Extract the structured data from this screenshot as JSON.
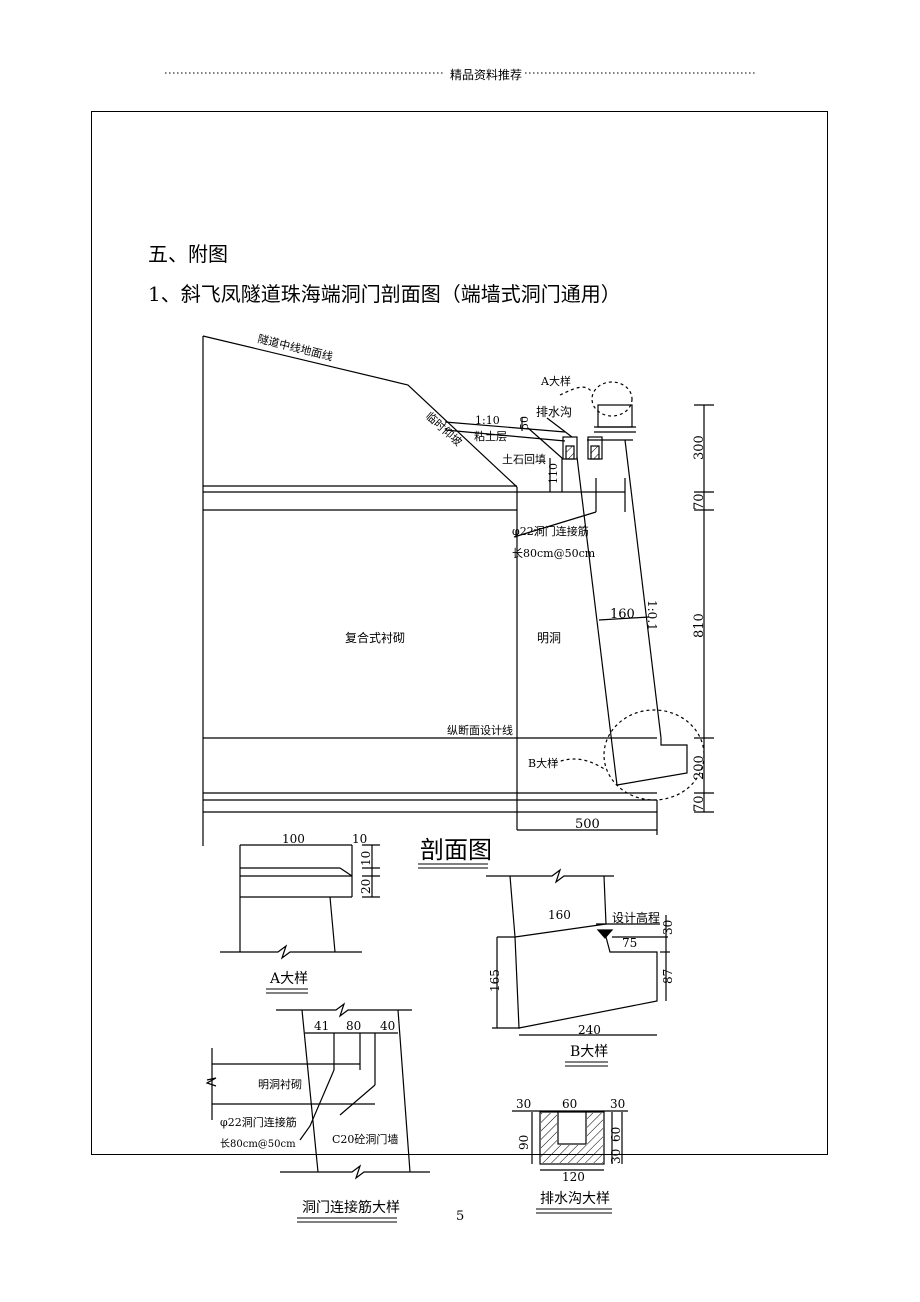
{
  "header": {
    "text": "精品资料推荐"
  },
  "headings": {
    "section": "五、附图",
    "figure": "1、斜飞凤隧道珠海端洞门剖面图（端墙式洞门通用）"
  },
  "main_drawing": {
    "title": "剖面图",
    "labels": {
      "ground_line": "隧道中线地面线",
      "temp_slope": "临时仰坡",
      "slope_ratio": "1:10",
      "clay_layer": "粘土层",
      "drain": "排水沟",
      "detail_a_ref": "A大样",
      "detail_b_ref": "B大样",
      "backfill": "土石回填",
      "rebar_1": "φ22洞门连接筋",
      "rebar_2": "长80cm@50cm",
      "composite_lining": "复合式衬砌",
      "open_tunnel": "明洞",
      "design_line": "纵断面设计线",
      "wall_slope": "1:0.1"
    },
    "dims": {
      "d50": "50",
      "d110": "110",
      "d160": "160",
      "d300": "300",
      "d70a": "70",
      "d810": "810",
      "d200": "200",
      "d70b": "70",
      "d500": "500"
    }
  },
  "detail_a": {
    "title": "A大样",
    "dims": {
      "d100": "100",
      "d10a": "10",
      "d10b": "10",
      "d20": "20"
    }
  },
  "detail_b": {
    "title": "B大样",
    "labels": {
      "design_elevation": "设计高程"
    },
    "dims": {
      "d160": "160",
      "d30": "30",
      "d75": "75",
      "d165": "165",
      "d87": "87",
      "d240": "240"
    }
  },
  "detail_rebar": {
    "title": "洞门连接筋大样",
    "labels": {
      "lining": "明洞衬砌",
      "rebar_1": "φ22洞门连接筋",
      "rebar_2": "长80cm@50cm",
      "wall": "C20砼洞门墙"
    },
    "dims": {
      "d41": "41",
      "d80": "80",
      "d40": "40"
    }
  },
  "detail_drain": {
    "title": "排水沟大样",
    "dims": {
      "d30a": "30",
      "d60a": "60",
      "d30b": "30",
      "d90": "90",
      "d60b": "60",
      "d30c": "30",
      "d120": "120"
    }
  },
  "page_number": "5"
}
